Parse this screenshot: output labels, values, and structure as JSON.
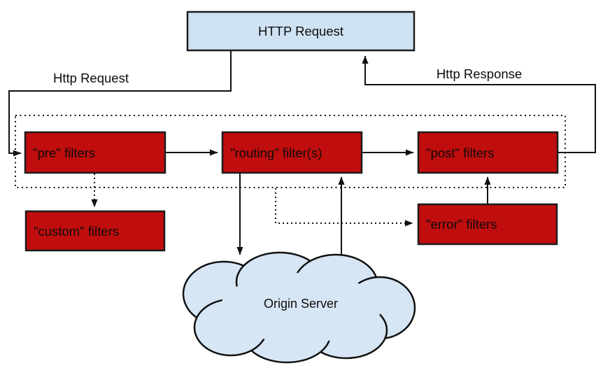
{
  "diagram": {
    "http_request_box": "HTTP Request",
    "labels": {
      "http_request_edge": "Http Request",
      "http_response_edge": "Http Response"
    },
    "filters": {
      "pre": "\"pre\" filters",
      "routing": "\"routing\" filter(s)",
      "post": "\"post\" filters",
      "custom": "\"custom\" filters",
      "error": "\"error\" filters"
    },
    "cloud_label": "Origin Server",
    "colors": {
      "filter_fill": "#c00d0d",
      "request_fill": "#cfe2f3",
      "cloud_fill": "#d7e6f5",
      "stroke": "#111111"
    }
  }
}
